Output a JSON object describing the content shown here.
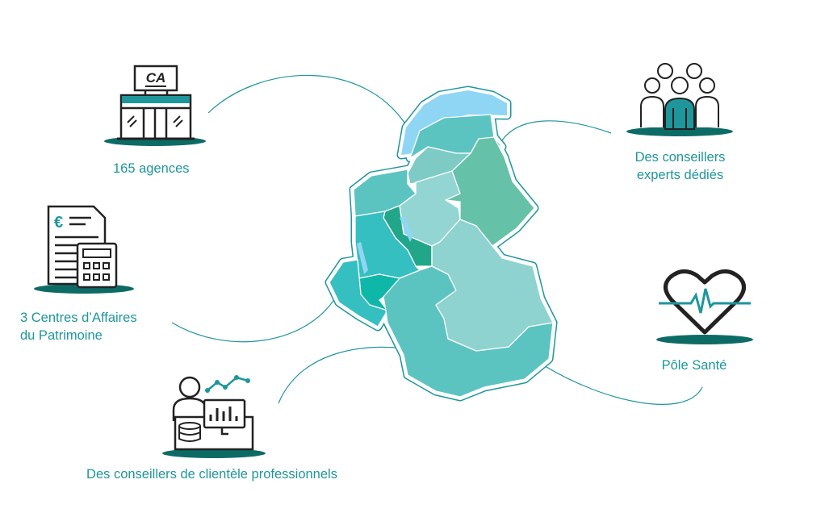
{
  "colors": {
    "accent": "#1e969c",
    "dark_teal": "#0d6b66",
    "icon_stroke": "#222222",
    "lake": "#8fd6f4"
  },
  "features": [
    {
      "id": "agences",
      "label": "165 agences",
      "icon": "bank-branch-icon"
    },
    {
      "id": "patrimoine",
      "label_line1": "3 Centres d’Affaires",
      "label_line2": "du Patrimoine",
      "icon": "calculator-document-icon"
    },
    {
      "id": "professionnels",
      "label": "Des conseillers de clientèle professionnels",
      "icon": "advisor-workstation-icon"
    },
    {
      "id": "experts",
      "label_line1": "Des conseillers",
      "label_line2": "experts dédiés",
      "icon": "team-icon"
    },
    {
      "id": "sante",
      "label": "Pôle Santé",
      "icon": "heart-pulse-icon"
    }
  ],
  "logo_text": "CA"
}
